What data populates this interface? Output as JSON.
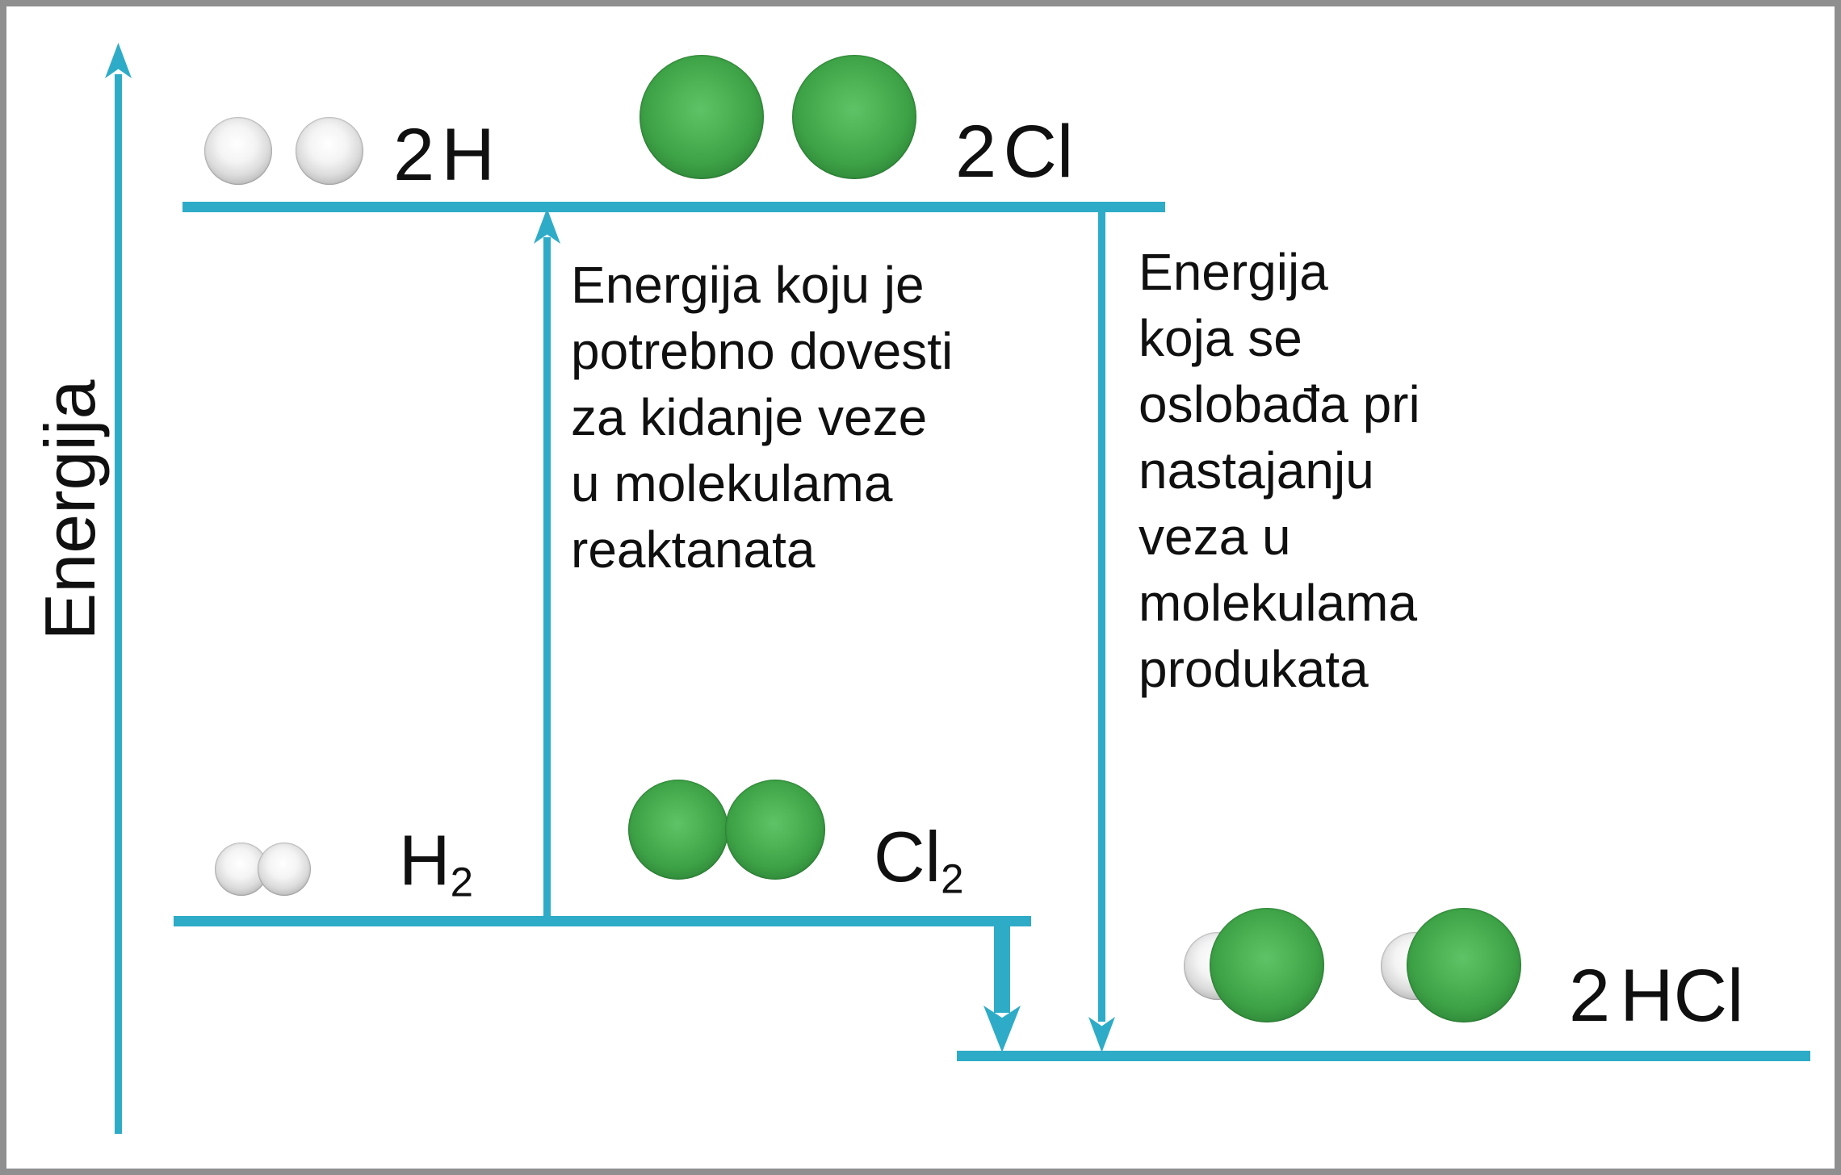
{
  "colors": {
    "accent": "#2EACC7",
    "ink": "#101010",
    "frame": "#8F8F8F",
    "background": "#FFFFFF",
    "chlorine_green": "#3DA146",
    "hydrogen_white": "#E8E8E8"
  },
  "axis": {
    "label": "Energija"
  },
  "top_level": {
    "hydrogen_atoms": {
      "coefficient": "2",
      "formula": "H"
    },
    "chlorine_atoms": {
      "coefficient": "2",
      "formula": "Cl"
    }
  },
  "reactant_level": {
    "hydrogen_molecule": {
      "formula": "H",
      "subscript": "2"
    },
    "chlorine_molecule": {
      "formula": "Cl",
      "subscript": "2"
    }
  },
  "product_level": {
    "coefficient": "2",
    "formula": "HCl"
  },
  "annotations": {
    "energy_input": {
      "lines": [
        "Energija koju je",
        "potrebno dovesti",
        "za kidanje veze",
        "u molekulama",
        "reaktanata"
      ]
    },
    "energy_released": {
      "lines": [
        "Energija",
        "koja se",
        "oslobađa pri",
        "nastajanju",
        "veza u",
        "molekulama",
        "produkata"
      ]
    }
  }
}
